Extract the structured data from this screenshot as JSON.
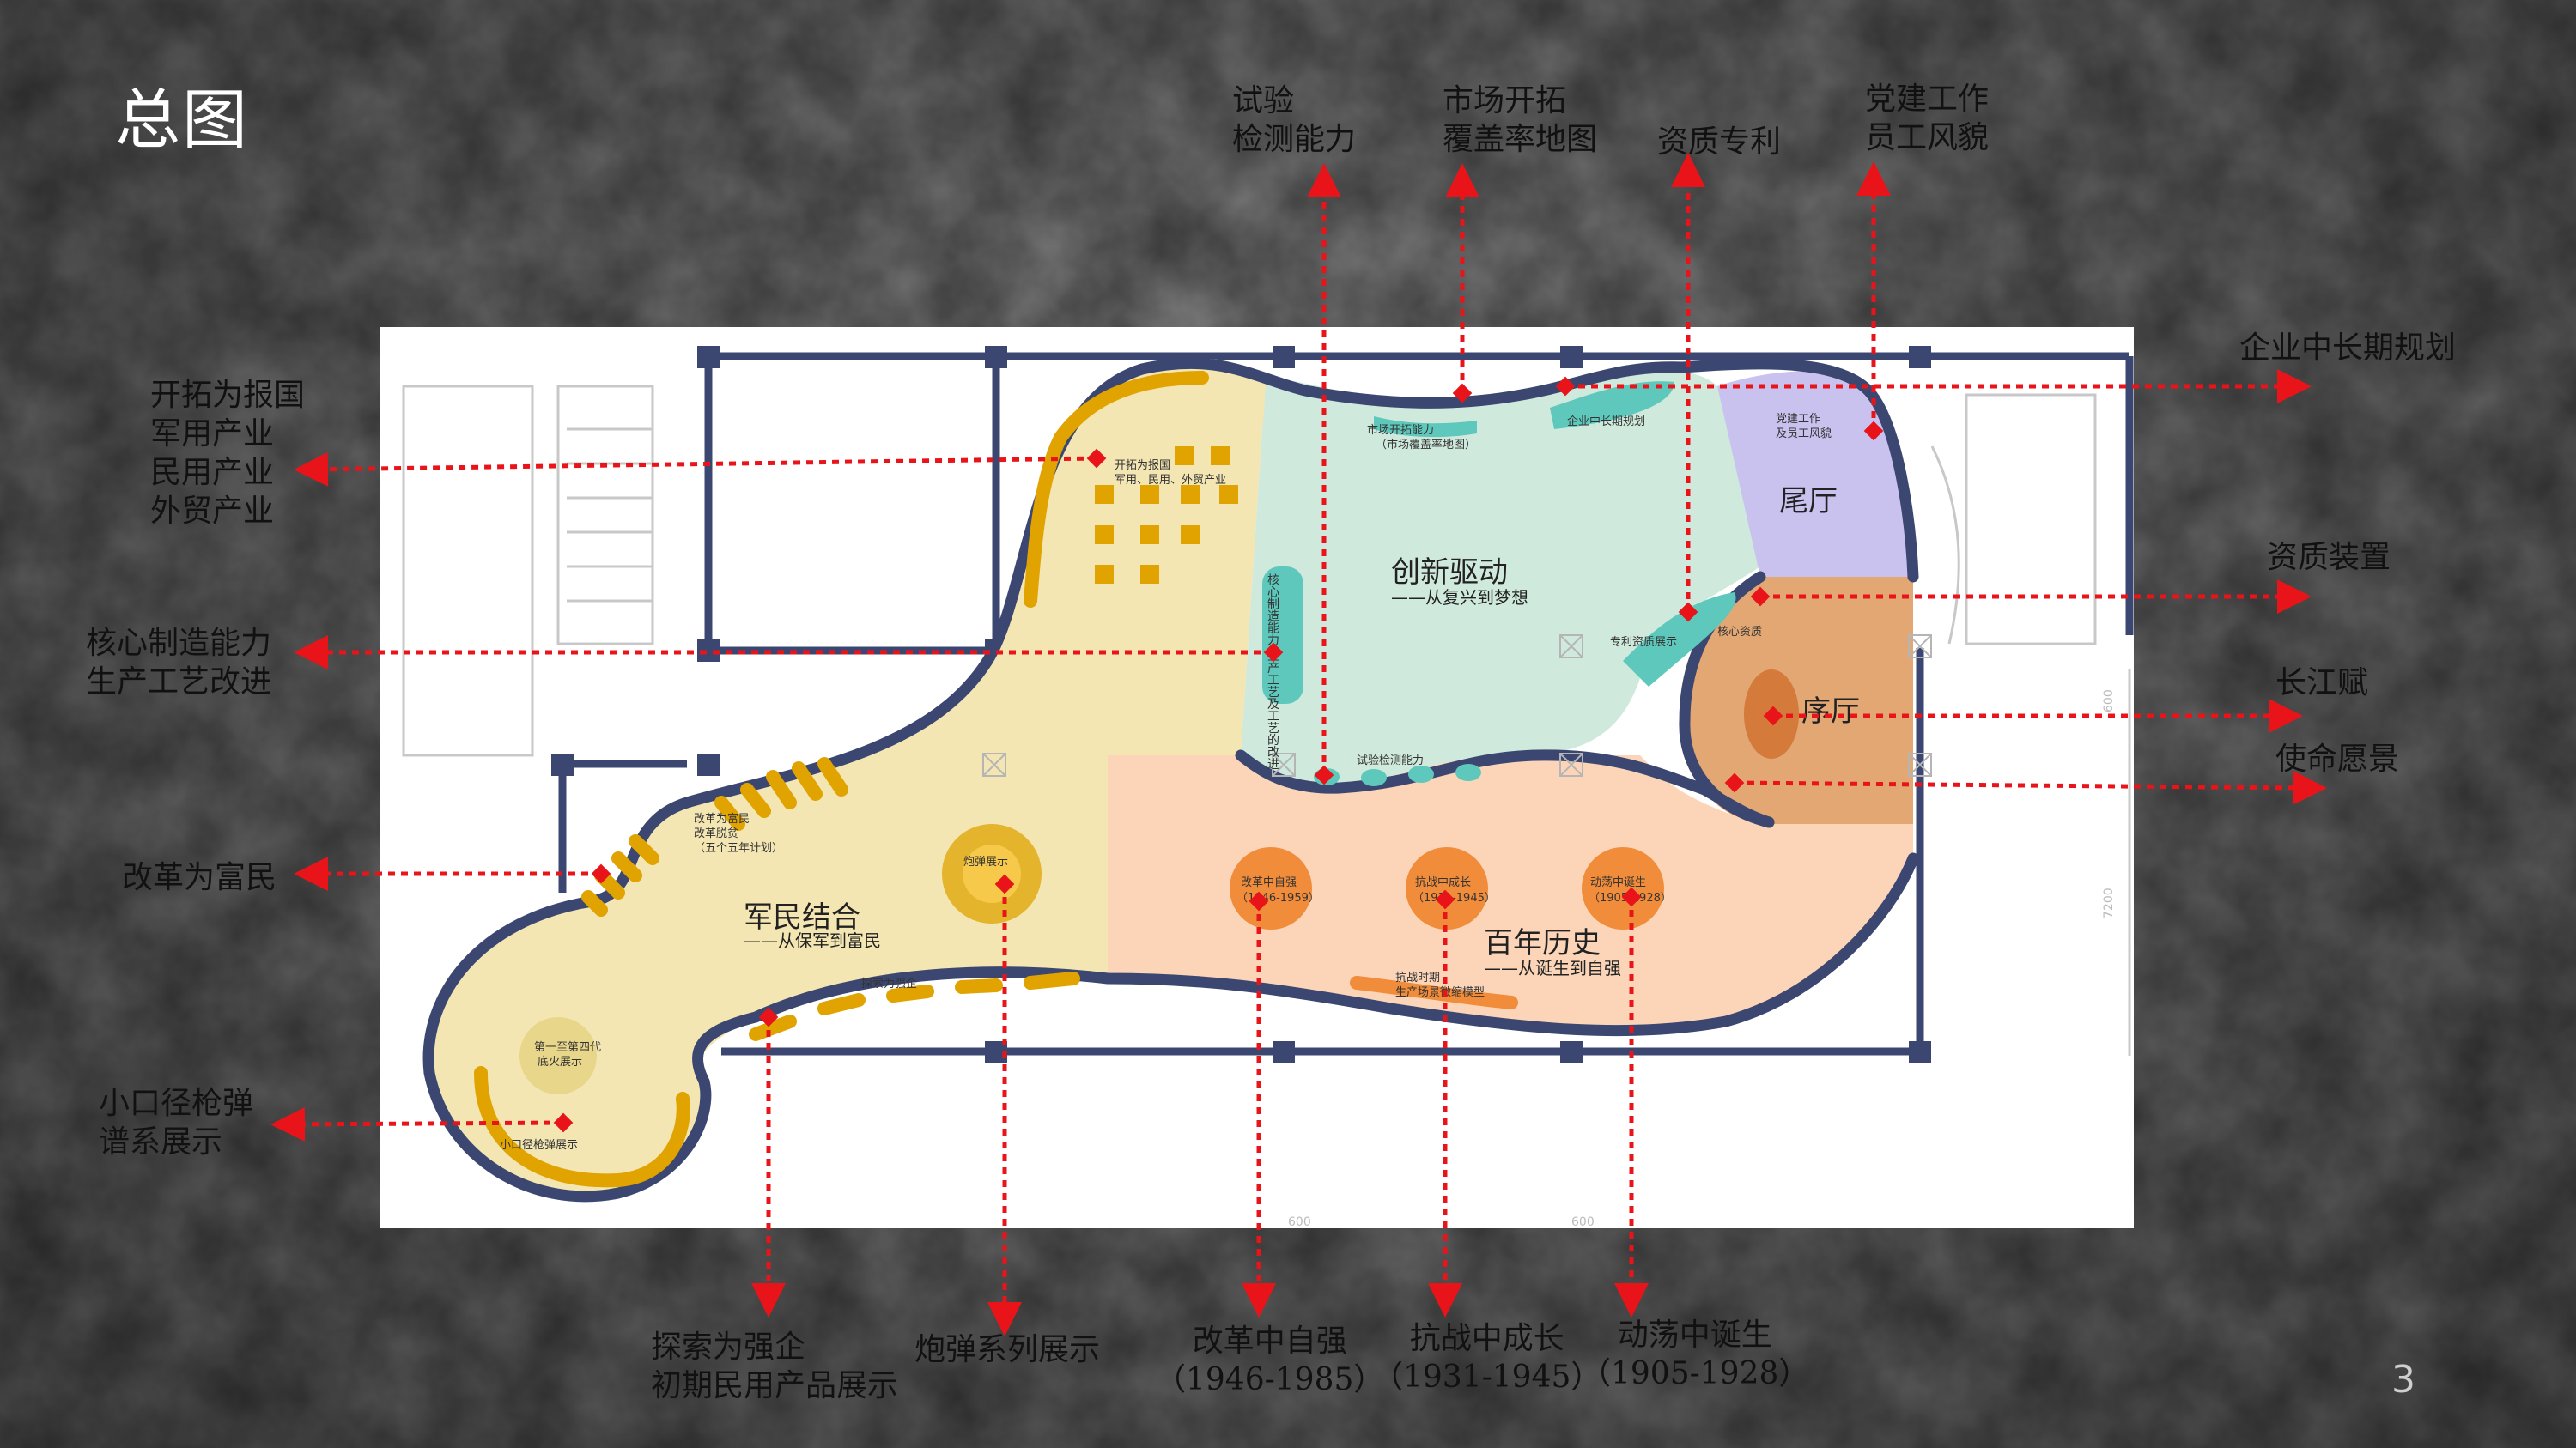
{
  "page": {
    "title": "总图",
    "page_number": "3"
  },
  "colors": {
    "military_zone": "#f3e6b3",
    "innovation_zone": "#cfe9dc",
    "history_zone": "#fcd5b8",
    "tail_hall": "#c9c2ef",
    "preface_hall": "#e3a774",
    "wall": "#3b4770",
    "callout": "#e8141a",
    "gold_accent": "#e0a300",
    "teal_accent": "#5ec8bc"
  },
  "zones": {
    "military": {
      "name": "军民结合",
      "sub": "——从保军到富民"
    },
    "innovation": {
      "name": "创新驱动",
      "sub": "——从复兴到梦想"
    },
    "history": {
      "name": "百年历史",
      "sub": "——从诞生到自强"
    },
    "tail": {
      "name": "尾厅"
    },
    "preface": {
      "name": "序厅"
    }
  },
  "plan_labels": {
    "pioneer": [
      "开拓为报国",
      "军用、民用、外贸产业"
    ],
    "reform_rich": [
      "改革为富民",
      "改革脱贫",
      "（五个五年计划）"
    ],
    "artillery": "炮弹展示",
    "explore": "探索为强企",
    "small_caliber": "小口径枪弹展示",
    "fire_display": [
      "第一至第四代",
      "底火展示"
    ],
    "core_mfg": "核心制造能力 生产工艺及工艺的改进",
    "market": [
      "市场开拓能力",
      "（市场覆盖率地图）"
    ],
    "longterm": "企业中长期规划",
    "party": [
      "党建工作",
      "及员工风貌"
    ],
    "patent": "专利资质展示",
    "core_qual": "核心资质",
    "test": "试验检测能力",
    "reform_strong": [
      "改革中自强",
      "（1946-1959）"
    ],
    "war_grow": [
      "抗战中成长",
      "（1931-1945）"
    ],
    "turmoil_birth": [
      "动荡中诞生",
      "（1905-1928）"
    ],
    "war_model": [
      "抗战时期",
      "生产场景微缩模型"
    ]
  },
  "callouts": {
    "test": [
      "试验",
      "检测能力"
    ],
    "market": [
      "市场开拓",
      "覆盖率地图"
    ],
    "patent": "资质专利",
    "party": [
      "党建工作",
      "员工风貌"
    ],
    "longterm": "企业中长期规划",
    "pioneer": [
      "开拓为报国",
      "军用产业",
      "民用产业",
      "外贸产业"
    ],
    "core_mfg": [
      "核心制造能力",
      "生产工艺改进"
    ],
    "reform_rich": "改革为富民",
    "small_caliber": [
      "小口径枪弹",
      "谱系展示"
    ],
    "qual_device": "资质装置",
    "changjiang": "长江赋",
    "mission": "使命愿景",
    "explore": [
      "探索为强企",
      "初期民用产品展示"
    ],
    "artillery": "炮弹系列展示",
    "reform_strong": [
      "改革中自强",
      "（1946-1985）"
    ],
    "war_grow": [
      "抗战中成长",
      "（1931-1945）"
    ],
    "turmoil_birth": [
      "动荡中诞生",
      "（1905-1928）"
    ]
  },
  "dims": [
    "600",
    "600",
    "7200",
    "600"
  ]
}
